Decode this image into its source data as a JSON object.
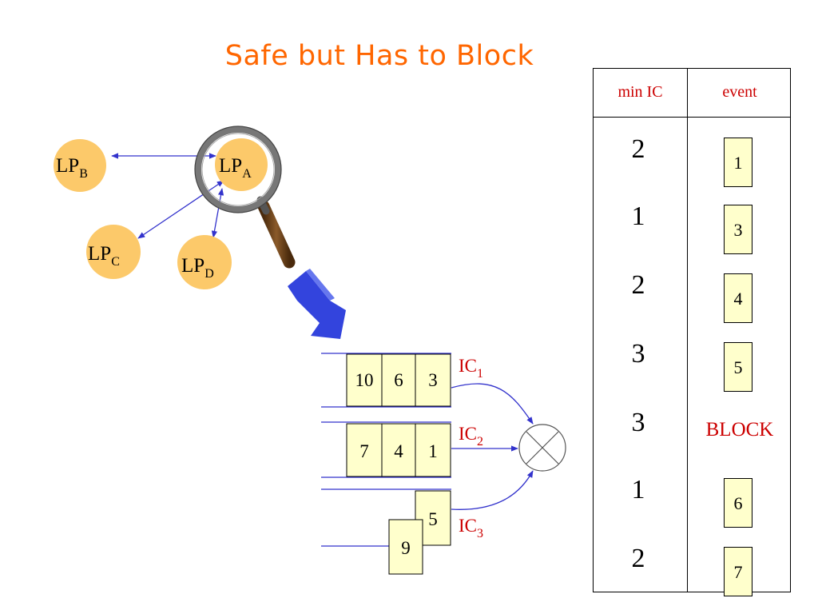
{
  "title": "Safe but Has to Block",
  "nodes": {
    "lpa": {
      "main": "LP",
      "sub": "A"
    },
    "lpb": {
      "main": "LP",
      "sub": "B"
    },
    "lpc": {
      "main": "LP",
      "sub": "C"
    },
    "lpd": {
      "main": "LP",
      "sub": "D"
    }
  },
  "queues": {
    "q1": [
      "10",
      "6",
      "3"
    ],
    "q2": [
      "7",
      "4",
      "1"
    ],
    "q3_front": "5",
    "q3_back": "9"
  },
  "ic_labels": {
    "ic1": {
      "main": "IC",
      "sub": "1"
    },
    "ic2": {
      "main": "IC",
      "sub": "2"
    },
    "ic3": {
      "main": "IC",
      "sub": "3"
    }
  },
  "table": {
    "headers": {
      "min_ic": "min IC",
      "event": "event"
    },
    "rows": [
      {
        "min_ic": "2",
        "event": "1"
      },
      {
        "min_ic": "1",
        "event": "3"
      },
      {
        "min_ic": "2",
        "event": "4"
      },
      {
        "min_ic": "3",
        "event": "5"
      },
      {
        "min_ic": "3",
        "event": "BLOCK",
        "blocked": true
      },
      {
        "min_ic": "1",
        "event": "6"
      },
      {
        "min_ic": "2",
        "event": "7"
      }
    ]
  },
  "colors": {
    "title": "#ff6600",
    "node_fill": "#fcc96a",
    "arrow": "#3333cc",
    "ic_label": "#cc0000",
    "box_fill": "#ffffcc",
    "big_arrow": "#3344dd",
    "magnifier_handle": "#7a4a1e"
  }
}
